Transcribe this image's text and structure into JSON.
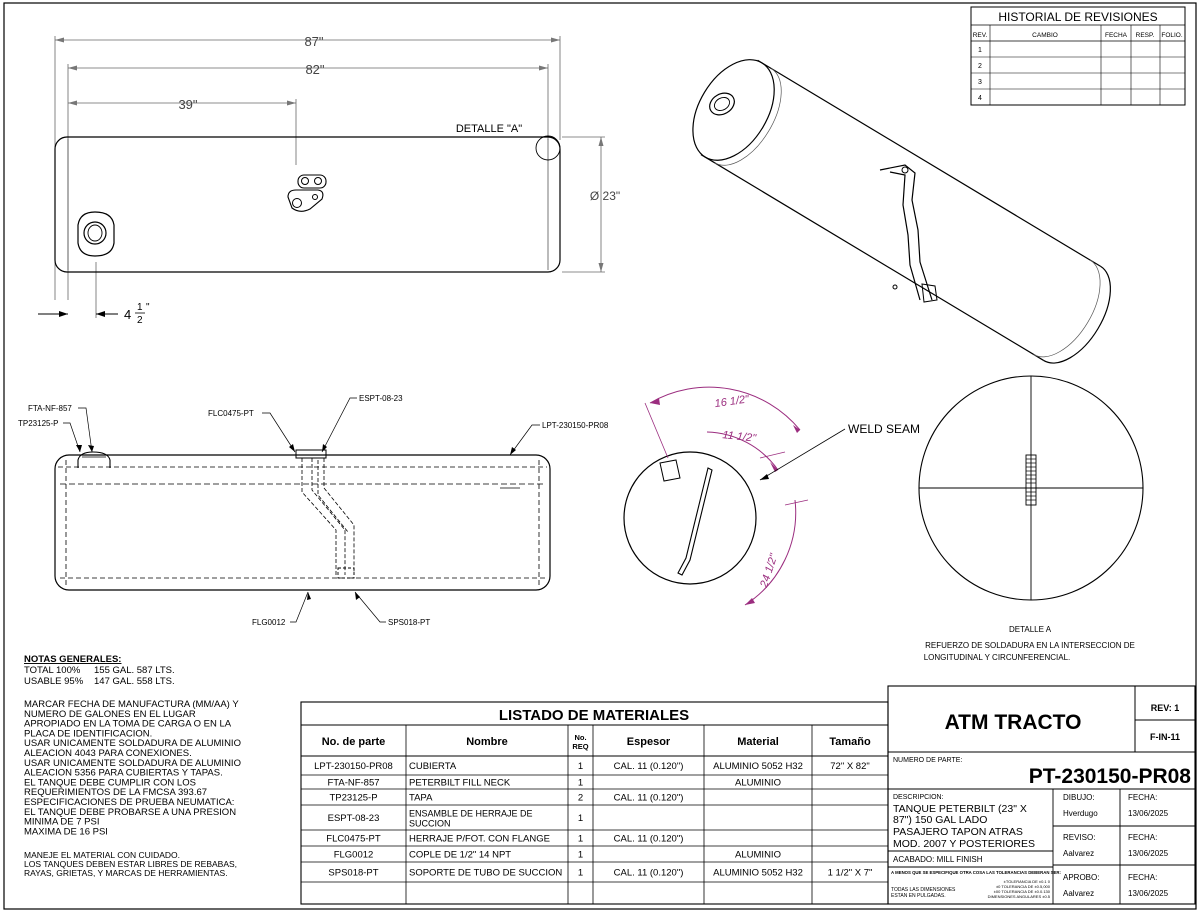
{
  "revisions": {
    "title": "HISTORIAL DE REVISIONES",
    "headers": [
      "REV.",
      "CAMBIO",
      "FECHA",
      "RESP.",
      "FOLIO."
    ],
    "rows": [
      "1",
      "2",
      "3",
      "4"
    ]
  },
  "top_view": {
    "dim_87": "87\"",
    "dim_82": "82\"",
    "dim_39": "39\"",
    "detail_label": "DETALLE \"A\"",
    "dim_diameter": "Ø 23\"",
    "dim_offset_whole": "4",
    "dim_offset_num": "1",
    "dim_offset_den": "2",
    "dim_offset_unit": "\""
  },
  "section_view": {
    "callouts": {
      "fta": "FTA-NF-857",
      "tp": "TP23125-P",
      "flc": "FLC0475-PT",
      "espt": "ESPT-08-23",
      "lpt": "LPT-230150-PR08",
      "flg": "FLG0012",
      "sps": "SPS018-PT"
    }
  },
  "end_view": {
    "dim_16": "16 1/2\"",
    "dim_11": "11 1/2\"",
    "dim_24": "24 1/2\"",
    "weld_seam": "WELD SEAM"
  },
  "detail_a": {
    "title": "DETALLE A",
    "line1": "REFUERZO DE SOLDADURA EN LA INTERSECCION DE",
    "line2": "LONGITUDINAL Y CIRCUNFERENCIAL."
  },
  "notes": {
    "heading": "NOTAS GENERALES:",
    "total_label": "TOTAL 100%",
    "total_value": "155 GAL. 587 LTS.",
    "usable_label": "USABLE 95%",
    "usable_value": "147 GAL. 558 LTS.",
    "para1": [
      "MARCAR FECHA DE MANUFACTURA (MM/AA) Y",
      "NUMERO DE GALONES EN EL LUGAR",
      "APROPIADO EN LA TOMA DE CARGA O EN LA",
      "PLACA DE IDENTIFICACION.",
      "USAR UNICAMENTE SOLDADURA DE ALUMINIO",
      "ALEACION 4043 PARA CONEXIONES.",
      "USAR UNICAMENTE SOLDADURA DE ALUMINIO",
      "ALEACION 5356 PARA CUBIERTAS Y TAPAS.",
      "EL TANQUE DEBE CUMPLIR CON LOS",
      "REQUERIMIENTOS DE LA FMCSA 393.67",
      "ESPECIFICACIONES DE PRUEBA NEUMATICA:",
      "EL TANQUE DEBE PROBARSE A UNA PRESION",
      "MINIMA DE      7 PSI",
      "MAXIMA DE     16 PSI"
    ],
    "para2": [
      "MANEJE EL MATERIAL CON CUIDADO.",
      "LOS TANQUES DEBEN ESTAR LIBRES DE REBABAS,",
      "RAYAS, GRIETAS, Y MARCAS DE HERRAMIENTAS."
    ]
  },
  "bom": {
    "title": "LISTADO DE MATERIALES",
    "headers": [
      "No. de parte",
      "Nombre",
      "No. REQ",
      "Espesor",
      "Material",
      "Tamaño"
    ],
    "rows": [
      [
        "LPT-230150-PR08",
        "CUBIERTA",
        "1",
        "CAL. 11 (0.120\")",
        "ALUMINIO 5052 H32",
        "72\" X 82\""
      ],
      [
        "FTA-NF-857",
        "PETERBILT FILL NECK",
        "1",
        "",
        "ALUMINIO",
        ""
      ],
      [
        "TP23125-P",
        "TAPA",
        "2",
        "CAL. 11 (0.120\")",
        "",
        ""
      ],
      [
        "ESPT-08-23",
        "ENSAMBLE DE HERRAJE DE SUCCION",
        "1",
        "",
        "",
        ""
      ],
      [
        "FLC0475-PT",
        "HERRAJE P/FOT. CON FLANGE",
        "1",
        "CAL. 11 (0.120\")",
        "",
        ""
      ],
      [
        "FLG0012",
        "COPLE DE 1/2\" 14 NPT",
        "1",
        "",
        "ALUMINIO",
        ""
      ],
      [
        "SPS018-PT",
        "SOPORTE DE TUBO DE SUCCION",
        "1",
        "CAL. 11 (0.120\")",
        "ALUMINIO 5052 H32",
        "1 1/2\" X 7\""
      ]
    ]
  },
  "title_block": {
    "company": "ATM TRACTO",
    "rev": "REV: 1",
    "form": "F-IN-11",
    "part_label": "NUMERO DE PARTE:",
    "part_number": "PT-230150-PR08",
    "desc_label": "DESCRIPCION:",
    "desc_lines": [
      "TANQUE PETERBILT (23\" X",
      "87\") 150 GAL LADO",
      "PASAJERO TAPON ATRAS",
      "MOD. 2007 Y POSTERIORES"
    ],
    "finish": "ACABADO: MILL FINISH",
    "tol_title": "A MENOS QUE SE ESPECIFIQUE OTRA COSA LAS TOLERANCIAS DEBERAN SER:",
    "tol_left": [
      "TODAS LAS DIMENSIONES",
      "ESTAN EN PULGADAS."
    ],
    "tol_right": [
      "±TOLERANCIA DE ±0.1 0",
      "±0 TOLERANCIA DE ±0.5,000",
      "±00 TOLERANCIA DE ±0.0.130",
      "DIMENSIONES ANGULARES ±0.5"
    ],
    "dibujo_label": "DIBUJO:",
    "dibujo_name": "Hverdugo",
    "dibujo_fecha_label": "FECHA:",
    "dibujo_fecha": "13/06/2025",
    "reviso_label": "REVISO:",
    "reviso_name": "Aalvarez",
    "reviso_fecha_label": "FECHA:",
    "reviso_fecha": "13/06/2025",
    "aprobo_label": "APROBO:",
    "aprobo_name": "Aalvarez",
    "aprobo_fecha_label": "FECHA:",
    "aprobo_fecha": "13/06/2025"
  }
}
